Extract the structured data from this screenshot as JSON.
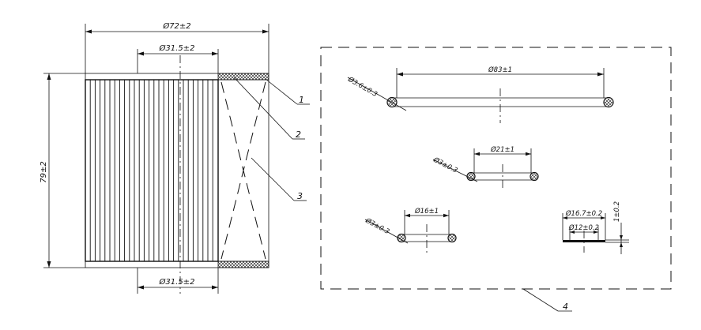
{
  "filter": {
    "outer_diameter": "Ø72±2",
    "inner_diameter_top": "Ø31.5±2",
    "inner_diameter_bottom": "Ø31.5±2",
    "height": "79±2"
  },
  "callouts": [
    "1",
    "2",
    "3",
    "4"
  ],
  "orings": {
    "large": {
      "section": "Ø3.6±0.3",
      "diameter": "Ø83±1"
    },
    "medium": {
      "section": "Ø3±0.3",
      "diameter": "Ø21±1"
    },
    "small": {
      "section": "Ø3±0.3",
      "diameter": "Ø16±1"
    }
  },
  "washer": {
    "outer": "Ø16.7±0.2",
    "inner": "Ø12±0.2",
    "thickness": "1±0.2"
  }
}
